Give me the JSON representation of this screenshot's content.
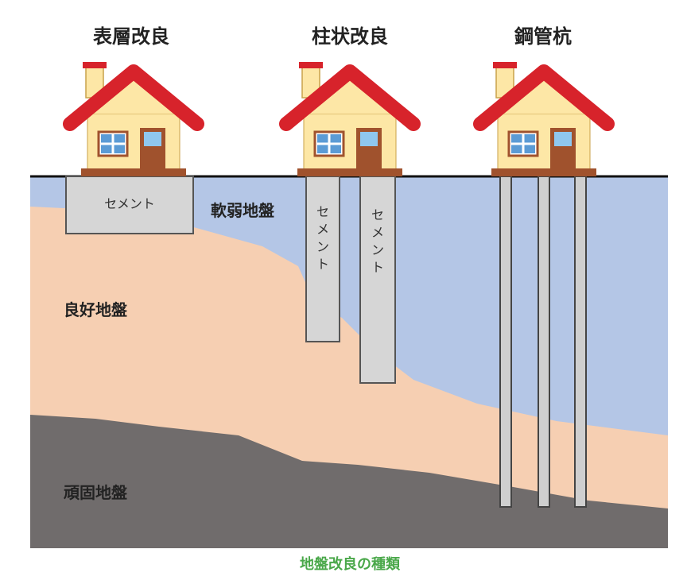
{
  "methods": [
    {
      "title": "表層改良"
    },
    {
      "title": "柱状改良"
    },
    {
      "title": "鋼管杭"
    }
  ],
  "layers": {
    "soft": "軟弱地盤",
    "good": "良好地盤",
    "hard": "頑固地盤"
  },
  "cement": {
    "slab": "セメント",
    "column_1": [
      "セ",
      "メ",
      "ン",
      "ト"
    ],
    "column_2": [
      "セ",
      "メ",
      "ン",
      "ト"
    ]
  },
  "caption": "地盤改良の種類",
  "colors": {
    "soft_ground": "#b4c6e6",
    "good_ground": "#f6cfb2",
    "hard_ground": "#706c6c",
    "cement": "#d6d6d6",
    "steel_pipe": "#cfcfcf",
    "roof": "#d7232b",
    "wall": "#fde7a6",
    "door": "#a0522d",
    "window": "#5b9bd5",
    "caption": "#4aa84a"
  },
  "icons": [
    "house-icon"
  ]
}
